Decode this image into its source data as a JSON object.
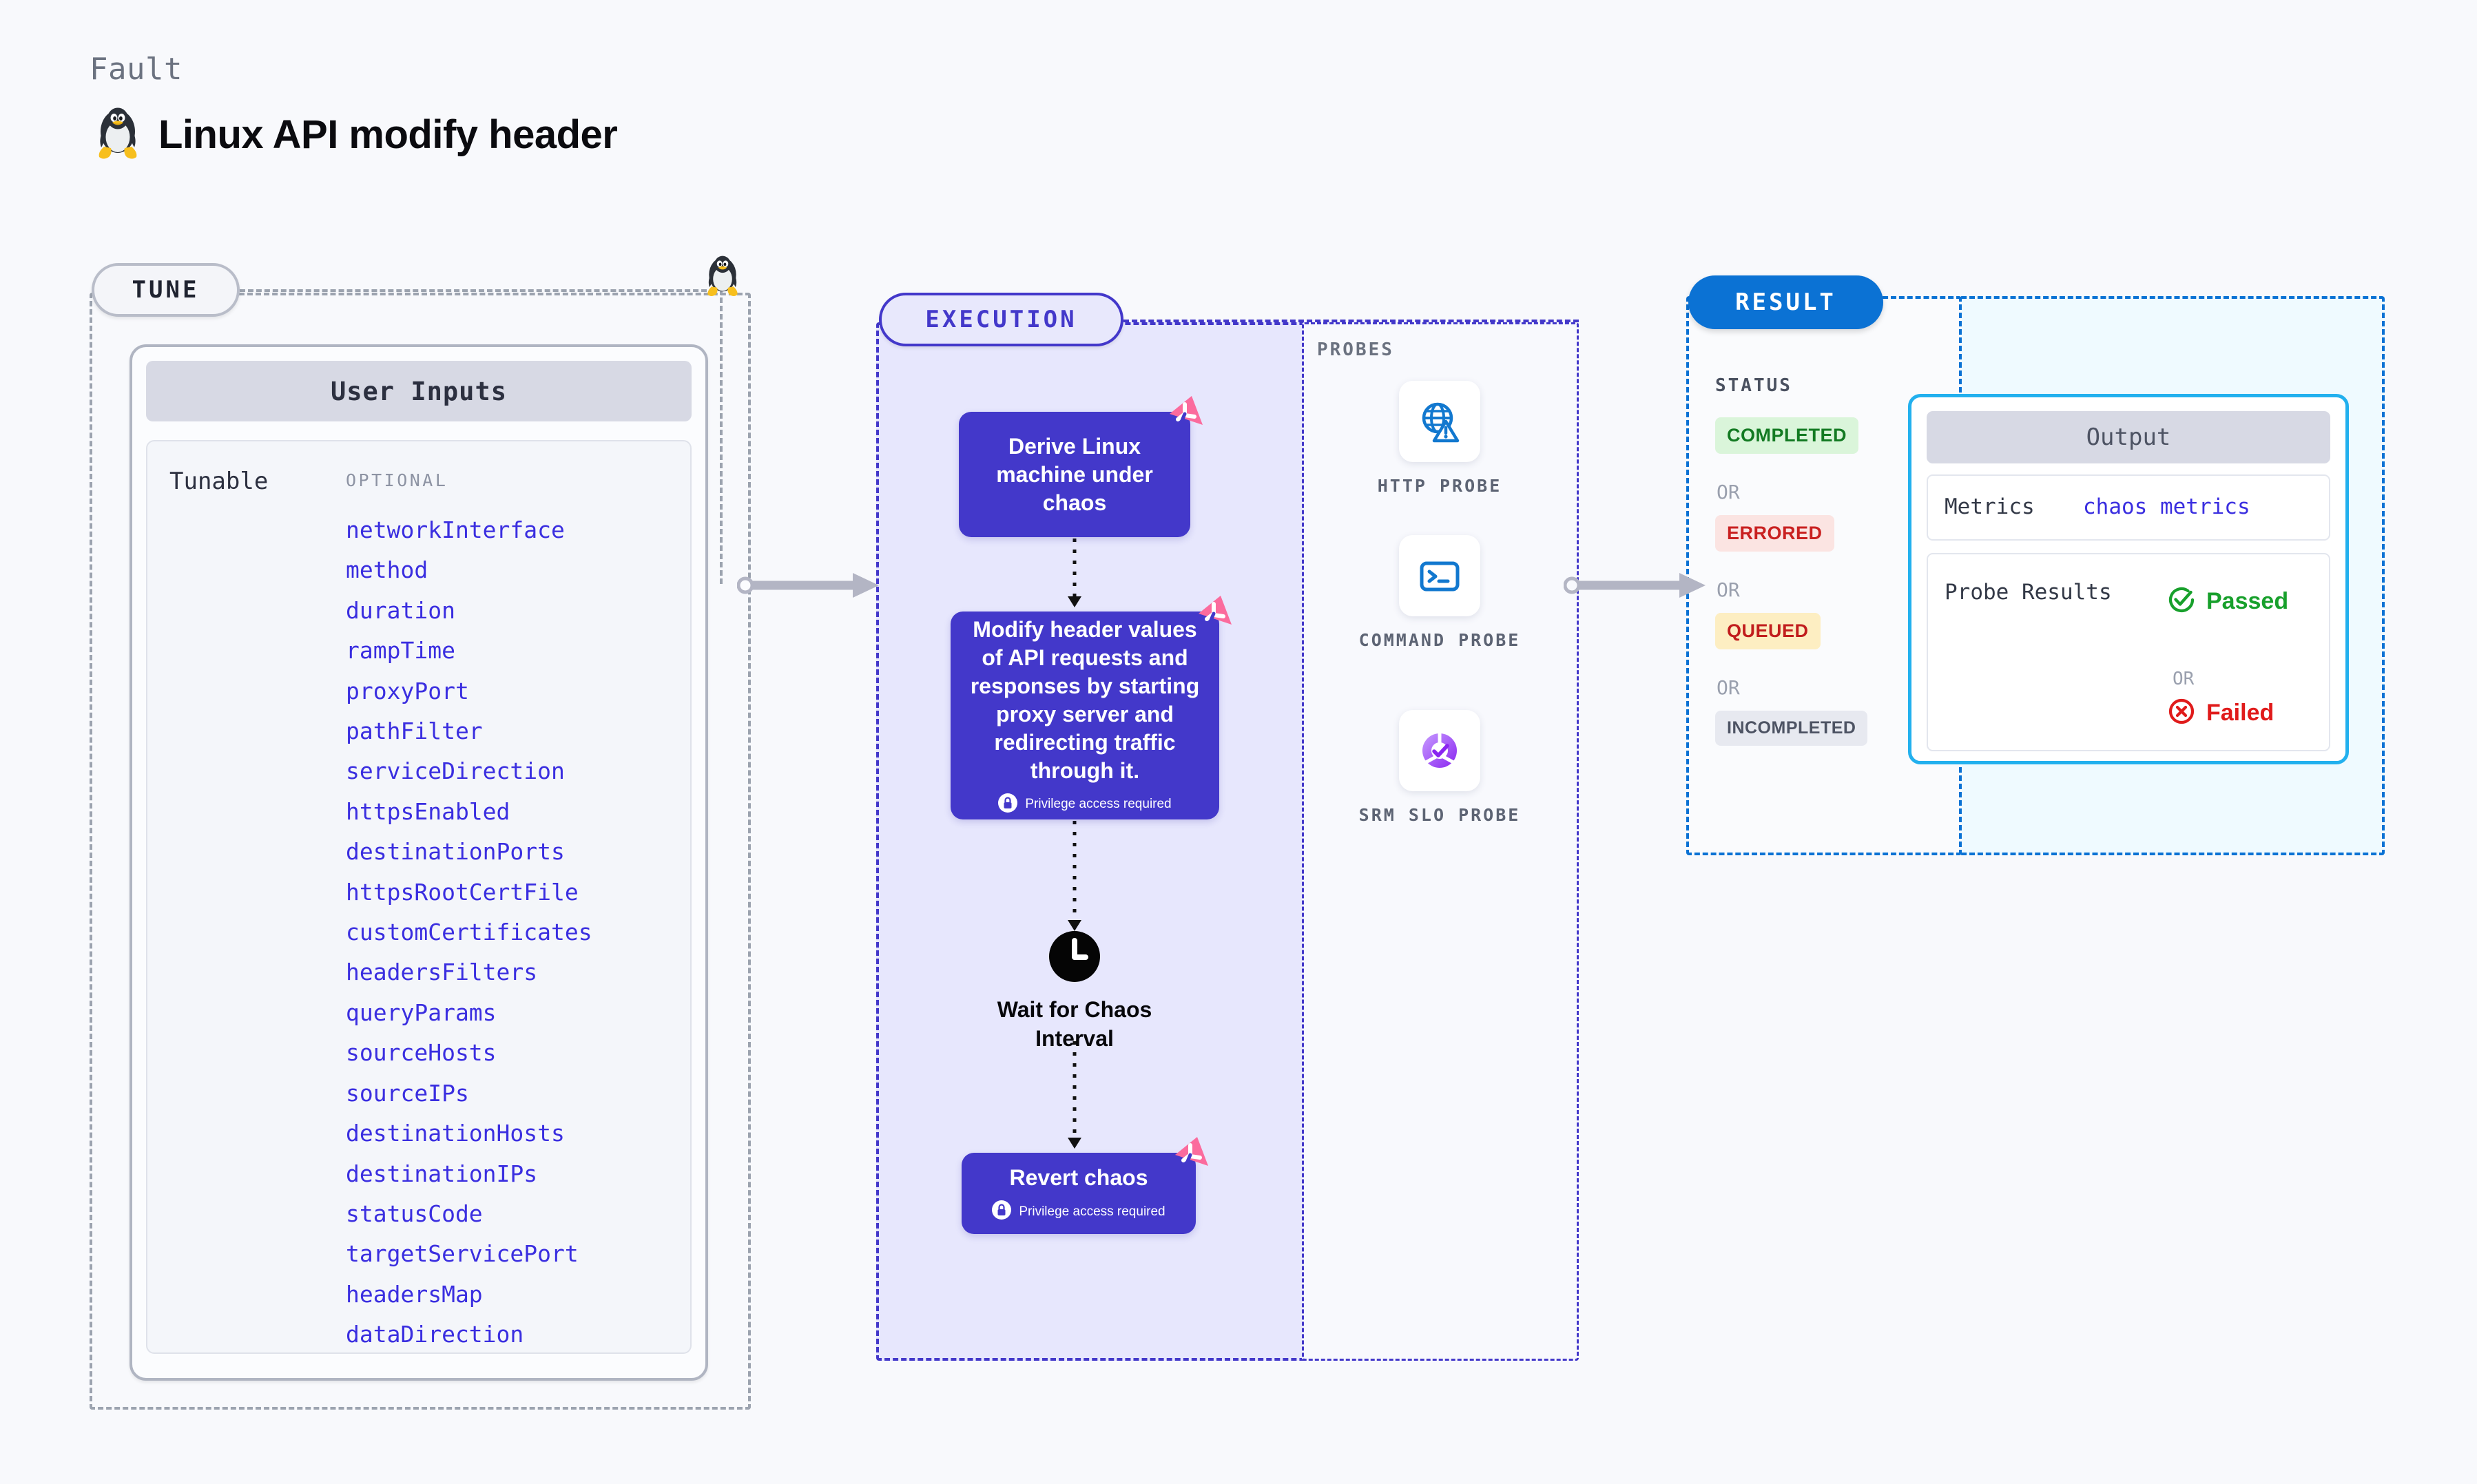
{
  "header": {
    "eyebrow": "Fault",
    "title": "Linux API modify header",
    "os_icon": "tux-linux-penguin-icon"
  },
  "tune": {
    "pill_label": "TUNE",
    "os_marker_icon": "tux-linux-penguin-icon",
    "card": {
      "header": "User Inputs",
      "group_label": "Tunable",
      "optional_label": "OPTIONAL",
      "params": [
        "networkInterface",
        "method",
        "duration",
        "rampTime",
        "proxyPort",
        "pathFilter",
        "serviceDirection",
        "httpsEnabled",
        "destinationPorts",
        "httpsRootCertFile",
        "customCertificates",
        "headersFilters",
        "queryParams",
        "sourceHosts",
        "sourceIPs",
        "destinationHosts",
        "destinationIPs",
        "statusCode",
        "targetServicePort",
        "headersMap",
        "dataDirection"
      ]
    }
  },
  "execution": {
    "pill_label": "EXECUTION",
    "nodes": [
      {
        "title": "Derive Linux machine under chaos",
        "privilege": null,
        "badge_icon": "chaos-corner-badge-icon"
      },
      {
        "title": "Modify header values of API requests and responses by starting proxy server and redirecting traffic through it.",
        "privilege": "Privilege access required",
        "badge_icon": "chaos-corner-badge-icon"
      },
      {
        "title": "Revert chaos",
        "privilege": "Privilege access required",
        "badge_icon": "chaos-corner-badge-icon"
      }
    ],
    "wait_node": {
      "icon": "clock-icon",
      "label": "Wait for Chaos Interval"
    },
    "probes": {
      "section_label": "PROBES",
      "items": [
        {
          "label": "HTTP PROBE",
          "icon": "globe-warning-icon"
        },
        {
          "label": "COMMAND PROBE",
          "icon": "terminal-icon"
        },
        {
          "label": "SRM SLO PROBE",
          "icon": "slo-donut-check-icon"
        }
      ]
    }
  },
  "result": {
    "pill_label": "RESULT",
    "status_label": "STATUS",
    "or_label": "OR",
    "statuses": [
      {
        "label": "COMPLETED",
        "color": "#137a22",
        "background": "#daf5da"
      },
      {
        "label": "ERRORED",
        "color": "#c92020",
        "background": "#fbe4e2"
      },
      {
        "label": "QUEUED",
        "color": "#c11d1d",
        "background": "#fdeec2"
      },
      {
        "label": "INCOMPLETED",
        "color": "#4d5363",
        "background": "#e7e9f0"
      }
    ],
    "output": {
      "header": "Output",
      "metrics_key": "Metrics",
      "metrics_value": "chaos metrics",
      "probe_results_key": "Probe Results",
      "passed_label": "Passed",
      "passed_icon": "check-circle-icon",
      "failed_label": "Failed",
      "failed_icon": "x-circle-icon",
      "or_label": "OR"
    }
  },
  "colors": {
    "page_background": "#f8f9fc",
    "accent_indigo": "#4338ca",
    "param_blue": "#3a2ee0",
    "result_blue": "#0b72d4",
    "output_border": "#22b0ee",
    "badge_pink": "#fb6b9d",
    "passed_green": "#18a02c",
    "failed_red": "#e01b1b"
  }
}
